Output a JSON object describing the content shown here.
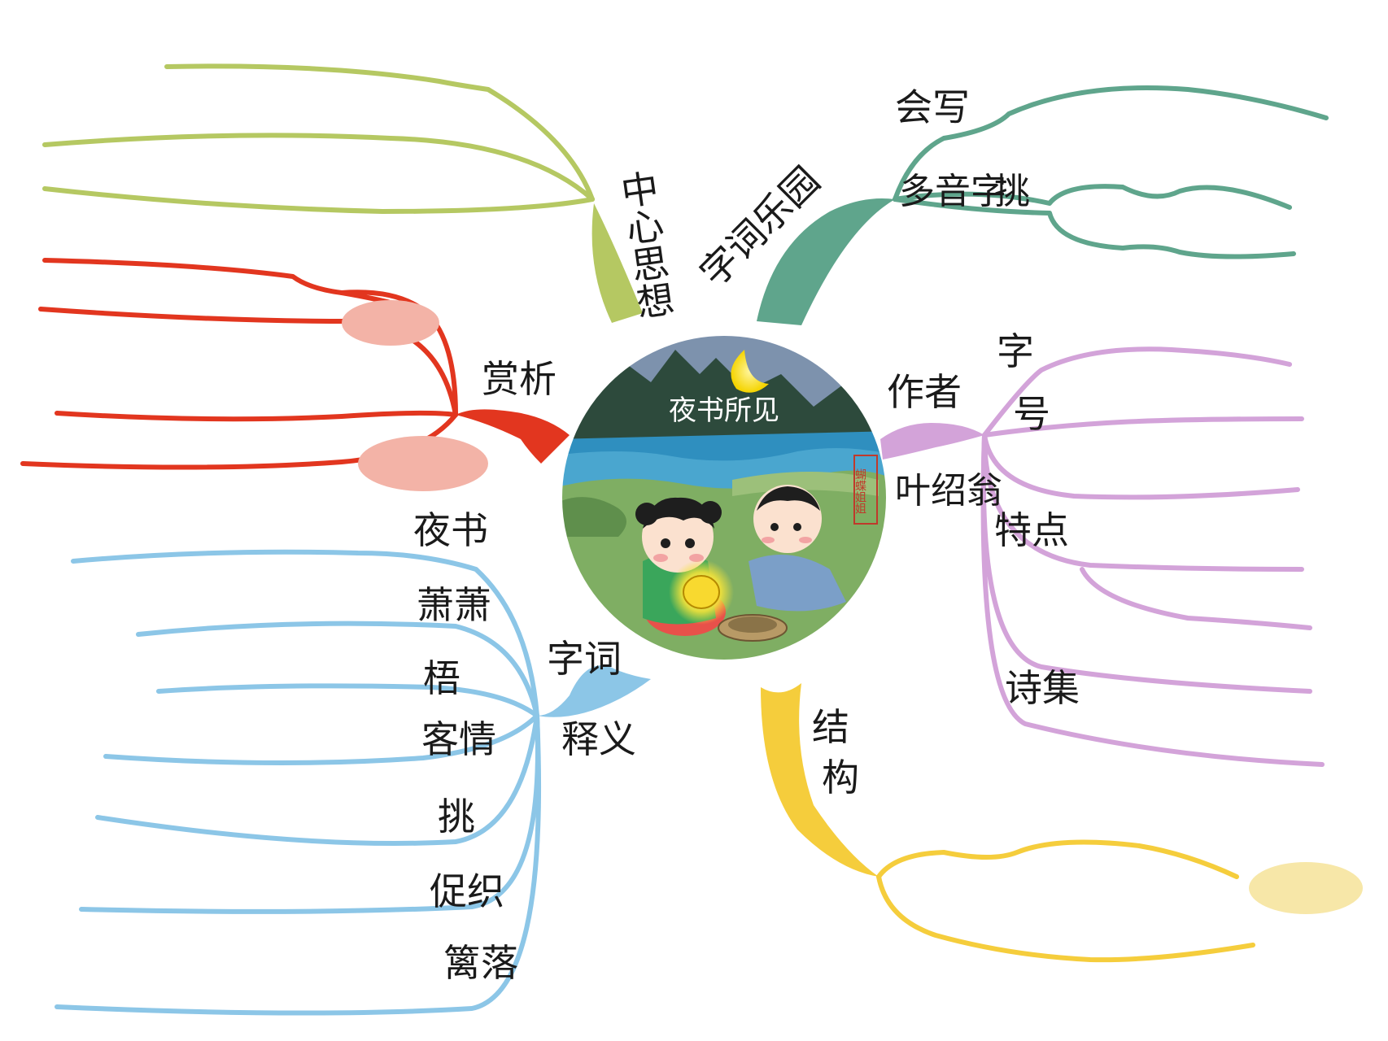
{
  "center": {
    "title": "夜书所见",
    "stamp": "蝴蝶姐姐"
  },
  "colors": {
    "green_yellow": "#b5c862",
    "teal": "#5fa58c",
    "red": "#e2361f",
    "blush": "#f3b3a7",
    "purple": "#d3a3d9",
    "blue": "#8cc6e7",
    "yellow": "#f5cd3c",
    "pale_yellow": "#f7e7a8"
  },
  "branches": {
    "center_idea": {
      "label": "中心思想"
    },
    "word_fun": {
      "label": "字词乐园",
      "children": [
        "会写",
        "多音字",
        "挑"
      ]
    },
    "appreciate": {
      "label": "赏析"
    },
    "author": {
      "label": "作者",
      "name": "叶绍翁",
      "children": [
        "字",
        "号",
        "特点",
        "诗集"
      ]
    },
    "explain": {
      "label_top": "字词",
      "label_bottom": "释义",
      "children": [
        "夜书",
        "萧萧",
        "梧",
        "客情",
        "挑",
        "促织",
        "篱落"
      ]
    },
    "structure": {
      "label_top": "结",
      "label_bottom": "构"
    }
  }
}
